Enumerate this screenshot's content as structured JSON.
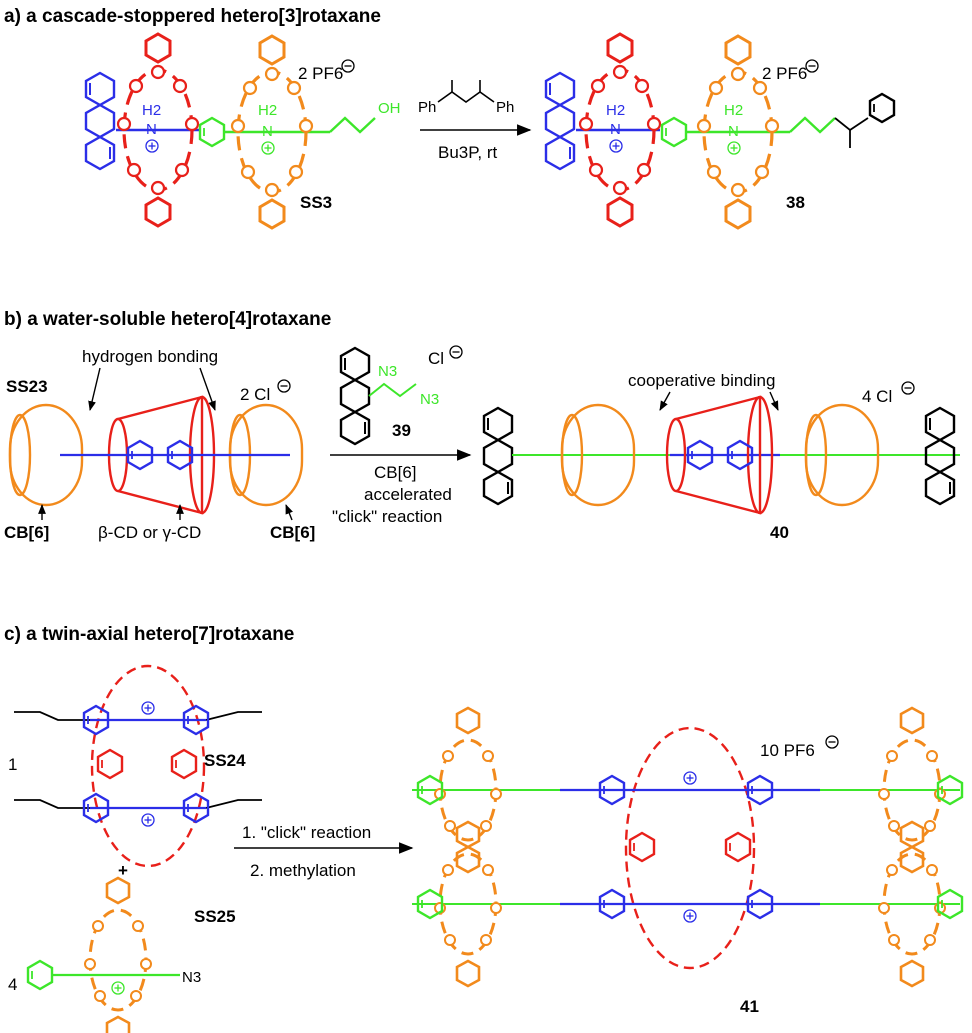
{
  "colors": {
    "red": "#e8201a",
    "orange": "#f28a1c",
    "blue": "#2b2ee8",
    "green": "#3de62a",
    "black": "#000000"
  },
  "section_a": {
    "title": "a) a cascade-stoppered hetero[3]rotaxane",
    "counterion": "2 PF6",
    "compound_left": "SS3",
    "compound_right": "38",
    "reagent_top_1": "Ph",
    "reagent_top_2": "Ph",
    "reagent_bottom": "Bu3P, rt",
    "oh_label": "OH",
    "h2_label": "H2",
    "n_label": "N"
  },
  "section_b": {
    "title": "b) a water-soluble hetero[4]rotaxane",
    "compound_left": "SS23",
    "hydrogen_bonding": "hydrogen bonding",
    "counterion_left": "2 Cl",
    "counterion_reagent": "Cl",
    "reagent_compound": "39",
    "n3_label": "N3",
    "cb6_left": "CB[6]",
    "cd_label": "β-CD or γ-CD",
    "cb6_right": "CB[6]",
    "arrow_line1": "CB[6]",
    "arrow_line2": "accelerated",
    "arrow_line3": "\"click\" reaction",
    "cooperative_binding": "cooperative binding",
    "counterion_right": "4 Cl",
    "compound_right": "40"
  },
  "section_c": {
    "title": "c) a twin-axial hetero[7]rotaxane",
    "stoich_1": "1",
    "stoich_4": "4",
    "compound_ss24": "SS24",
    "plus": "+",
    "compound_ss25": "SS25",
    "n3_label": "N3",
    "step_1": "1. \"click\" reaction",
    "step_2": "2. methylation",
    "counterion": "10  PF6",
    "compound_product": "41"
  }
}
